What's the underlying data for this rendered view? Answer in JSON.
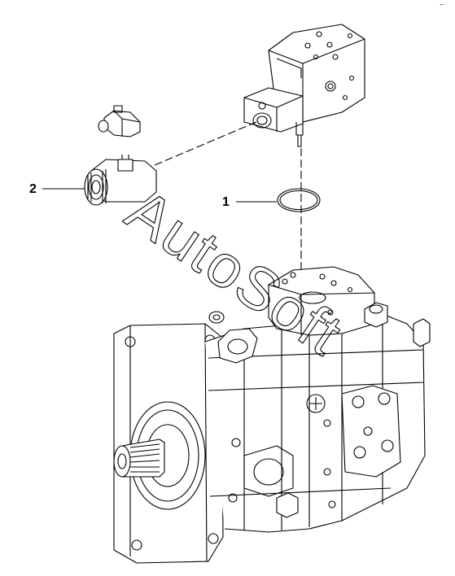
{
  "callouts": {
    "label_1": "1",
    "label_2": "2"
  },
  "watermark": {
    "text": "AutoSoft"
  },
  "corner_mark": "⌐",
  "colors": {
    "line": "#000000",
    "background": "#ffffff"
  }
}
